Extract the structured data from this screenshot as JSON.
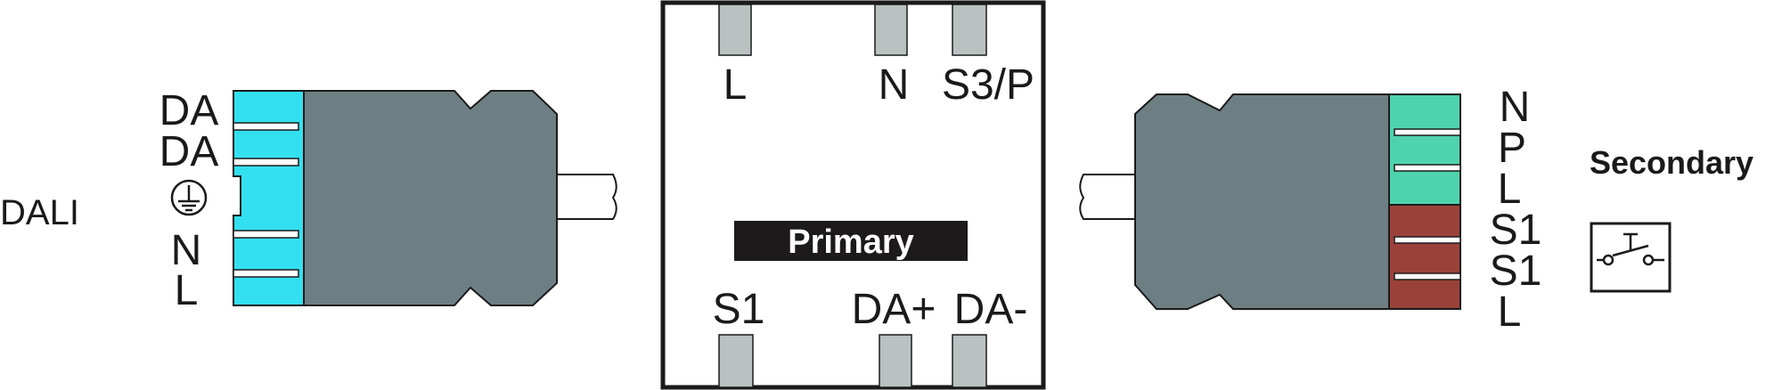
{
  "colors": {
    "housing": "#6e7f83",
    "dali_connector": "#33e0ef",
    "green_terminal": "#4fd3ad",
    "red_terminal": "#9a4239",
    "pin": "#b9c2c0",
    "primary_bar": "#1c1a1a",
    "outline": "#1a1a1a"
  },
  "left_connector": {
    "side_label": "DALI",
    "pins": [
      "DA",
      "DA",
      "N",
      "L"
    ],
    "earth_symbol": "protective-earth"
  },
  "center_box": {
    "top_pins": [
      "L",
      "N",
      "S3/P"
    ],
    "primary_label": "Primary",
    "bottom_pins": [
      "S1",
      "DA+",
      "DA-"
    ]
  },
  "right_connector": {
    "pins": [
      "N",
      "P",
      "L",
      "S1",
      "S1",
      "L"
    ],
    "side_label": "Secondary",
    "switch_icon": "pushbutton-switch"
  }
}
